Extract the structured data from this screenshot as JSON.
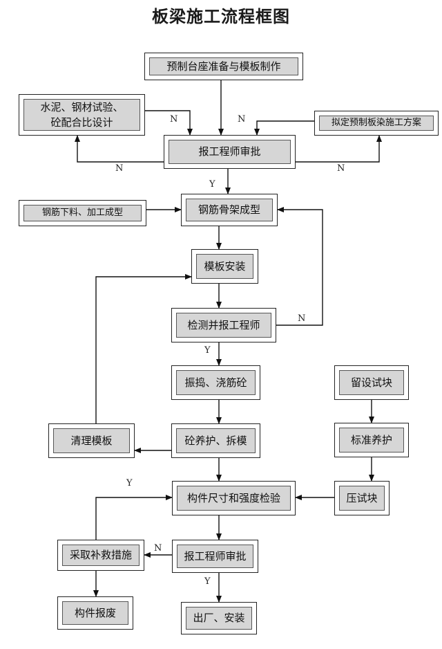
{
  "title": "板梁施工流程框图",
  "nodes": {
    "prep": "预制台座准备与模板制作",
    "tests_l1": "水泥、钢材试验、",
    "tests_l2": "砼配合比设计",
    "review1": "报工程师审批",
    "plan": "拟定预制板染施工方案",
    "rebar_cut": "钢筋下料、加工成型",
    "cage": "钢筋骨架成型",
    "formwork": "模板安装",
    "inspect": "检测并报工程师",
    "pour": "振捣、浇筋砼",
    "clean": "清理模板",
    "cure": "砼养护、拆模",
    "sample": "留设试块",
    "std_cure": "标准养护",
    "check": "构件尺寸和强度检验",
    "press": "压试块",
    "remedy": "采取补救措施",
    "review2": "报工程师审批",
    "scrap": "构件报废",
    "ship": "出厂、安装"
  },
  "labels": {
    "n1": "N",
    "n2": "N",
    "n3": "N",
    "n4": "N",
    "n5": "N",
    "n6": "N",
    "y1": "Y",
    "y2": "Y",
    "y3": "Y",
    "y4": "Y"
  }
}
